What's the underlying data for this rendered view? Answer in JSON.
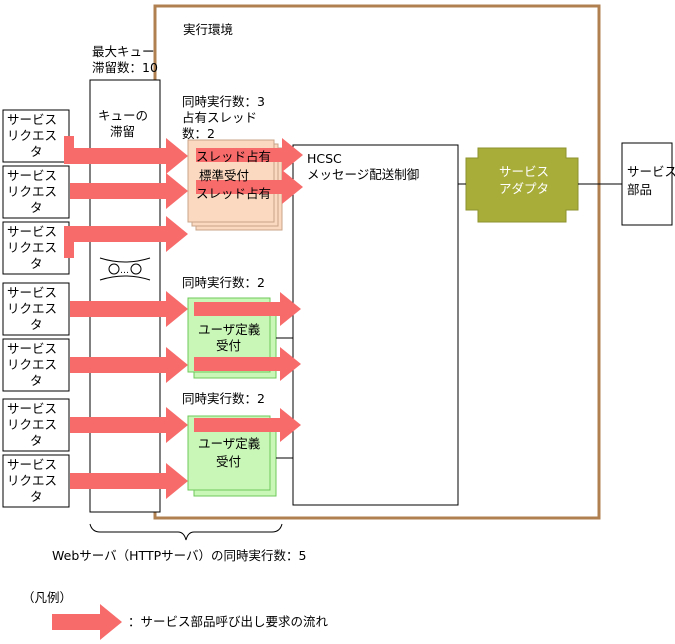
{
  "env": {
    "title": "実行環境"
  },
  "queue": {
    "max_label": [
      "最大キュー",
      "滞留数：10"
    ],
    "name": [
      "キューの",
      "滞留"
    ]
  },
  "requests": {
    "label": [
      "サービス",
      "リクエス",
      "タ"
    ]
  },
  "groups": [
    {
      "concurrency": "同時実行数：3",
      "occupied": [
        "占有スレッド",
        "数：2"
      ],
      "cards": [
        "スレッド占有",
        "標準受付",
        "スレッド占有"
      ]
    },
    {
      "concurrency": "同時実行数：2",
      "card": [
        "ユーザ定義",
        "受付"
      ]
    },
    {
      "concurrency": "同時実行数：2",
      "card": [
        "ユーザ定義",
        "受付"
      ]
    }
  ],
  "hcsc": {
    "label": [
      "HCSC",
      "メッセージ配送制御"
    ]
  },
  "adapter": {
    "label": [
      "サービス",
      "アダプタ"
    ]
  },
  "component": {
    "label": [
      "サービス",
      "部品"
    ]
  },
  "webserver": {
    "caption": "Webサーバ（HTTPサーバ）の同時実行数：5"
  },
  "legend": {
    "title": "（凡例）",
    "text": "：サービス部品呼び出し要求の流れ"
  },
  "colors": {
    "arrow": "#f76b6b",
    "env_border": "#b08050",
    "orange_card": "#fbd9c0",
    "green_card": "#c9f7b8",
    "adapter": "#a8ad3a"
  }
}
